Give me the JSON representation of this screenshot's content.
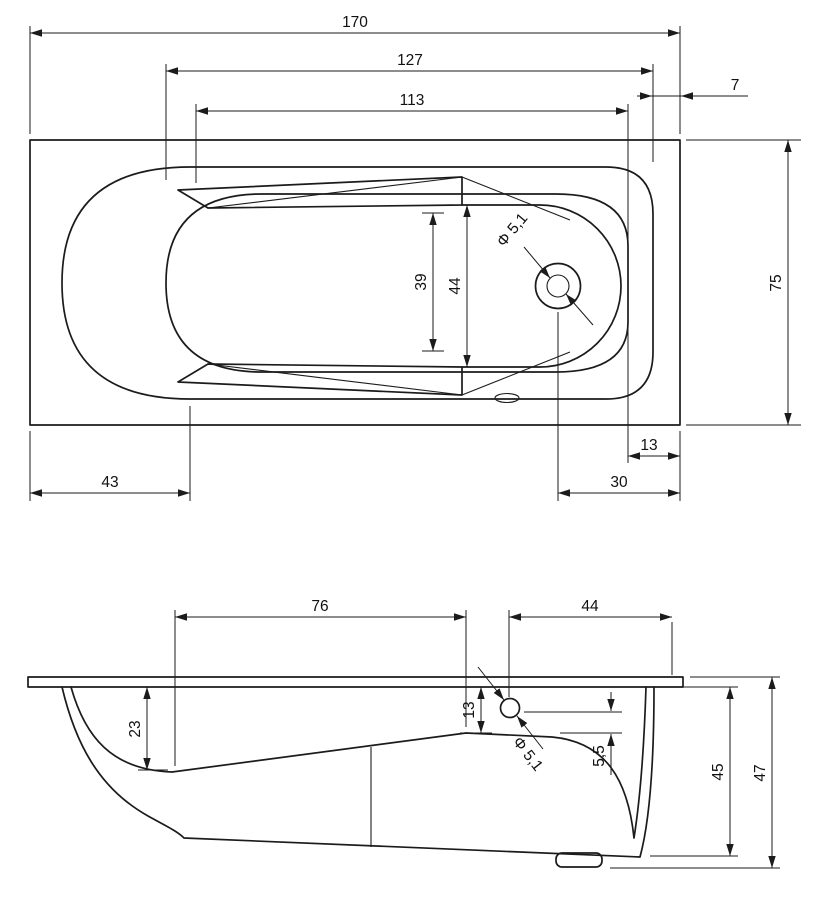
{
  "drawing": {
    "kind": "bathtub dimensional drawing"
  },
  "top_view": {
    "dim_170": "170",
    "dim_127": "127",
    "dim_113": "113",
    "dim_7": "7",
    "dim_75": "75",
    "dim_39": "39",
    "dim_44": "44",
    "dim_13": "13",
    "dim_43": "43",
    "dim_30": "30",
    "drain_diameter": "Φ 5,1"
  },
  "side_view": {
    "dim_76": "76",
    "dim_44": "44",
    "dim_23": "23",
    "dim_13": "13",
    "dim_5_5": "5,5",
    "dim_45": "45",
    "dim_47": "47",
    "drain_diameter": "Φ 5,1"
  }
}
